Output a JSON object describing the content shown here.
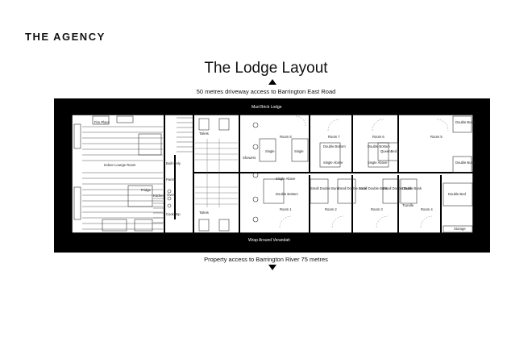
{
  "header": {
    "brand": "THE AGENCY"
  },
  "title": "The Lodge Layout",
  "captions": {
    "top": "50 metres driveway access to Barrington East Road",
    "bottom": "Property access to Barrington River 75 metres"
  },
  "plan": {
    "outer_top": "Mud Brick Lodge",
    "outer_bottom": "Wrap Around Verandah",
    "rooms": {
      "fire_place": "Fire Place",
      "indoor_lounge": "Indoor Lounge Room",
      "built_in": "Built Only",
      "pantry": "Pantry",
      "fridge": "Fridge",
      "kitchen": "Kitchen",
      "oven": "Oven",
      "cook_top": "Cook Top",
      "toilets_top": "Toilets",
      "toilets_bottom": "Toilets",
      "shower": "Showers",
      "room8": "Room 8",
      "room7": "Room 7",
      "room6": "Room 6",
      "room5": "Room 5",
      "room1": "Room 1",
      "room2": "Room 2",
      "room3": "Room 3",
      "room4": "Room 4",
      "storage": "Storage"
    },
    "beds": {
      "r8_single1": "Single",
      "r8_single2": "Single",
      "r8_single_above": "Single Above",
      "r8_double_bottom": "Double Bottom",
      "r7_double_bottom": "Double Bottom",
      "r7_single_above": "Single Above",
      "r6_double_bottom": "Double Bottom",
      "r6_single_above": "Single Above",
      "r6_queen": "QueenBed",
      "r5_double_bunk1": "Double Bunk",
      "r5_double_bunk2": "Double Bunk",
      "r2_small_double_bunk": "Small Double Bunk",
      "r3_small_double_bunk1": "Small Double Bunk",
      "r3_small_double_bunk2": "Small Double Bunk",
      "r3_small_double_bunk3": "Small Double Bunk",
      "r4_double_bunk": "Double Bunk",
      "r4_trundle": "Trundle",
      "r4_double_bed": "Double Bed"
    }
  }
}
